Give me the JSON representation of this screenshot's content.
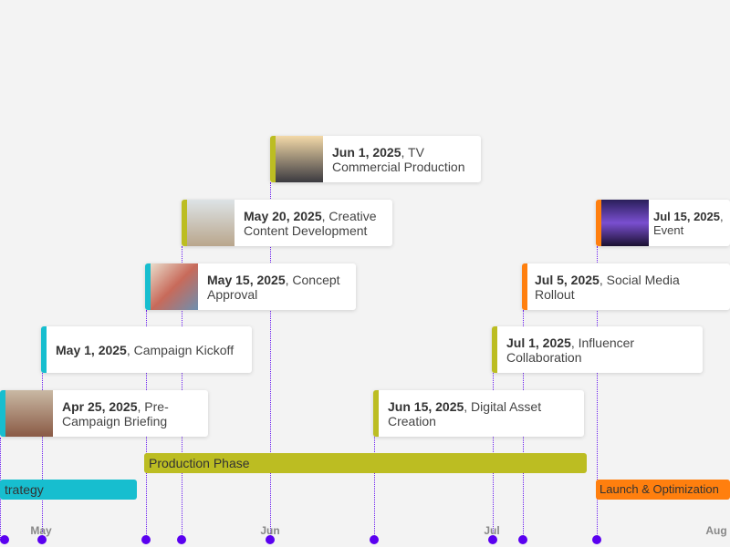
{
  "colors": {
    "strategy": "#17becf",
    "production": "#bcbd22",
    "launch": "#ff7f0e",
    "marker": "#5a00f0"
  },
  "axis": {
    "ticks": [
      "May",
      "Jun",
      "Jul",
      "Aug"
    ]
  },
  "phases": [
    {
      "label": "trategy"
    },
    {
      "label": "Production Phase"
    },
    {
      "label": "Launch & Optimization"
    }
  ],
  "events": [
    {
      "date": "Jun 1, 2025",
      "title": ", TV Commercial Production"
    },
    {
      "date": "May 20, 2025",
      "title": ", Creative Content Development"
    },
    {
      "date": "May 15, 2025",
      "title": ", Concept Approval"
    },
    {
      "date": "May 1, 2025",
      "title": ", Campaign Kickoff"
    },
    {
      "date": "Apr 25, 2025",
      "title": ", Pre-Campaign Briefing"
    },
    {
      "date": "Jun 15, 2025",
      "title": ", Digital Asset Creation"
    },
    {
      "date": "Jul 1, 2025",
      "title": ", Influencer Collaboration"
    },
    {
      "date": "Jul 5, 2025",
      "title": ", Social Media Rollout"
    },
    {
      "date": "Jul 15, 2025",
      "title": ", Event"
    }
  ]
}
